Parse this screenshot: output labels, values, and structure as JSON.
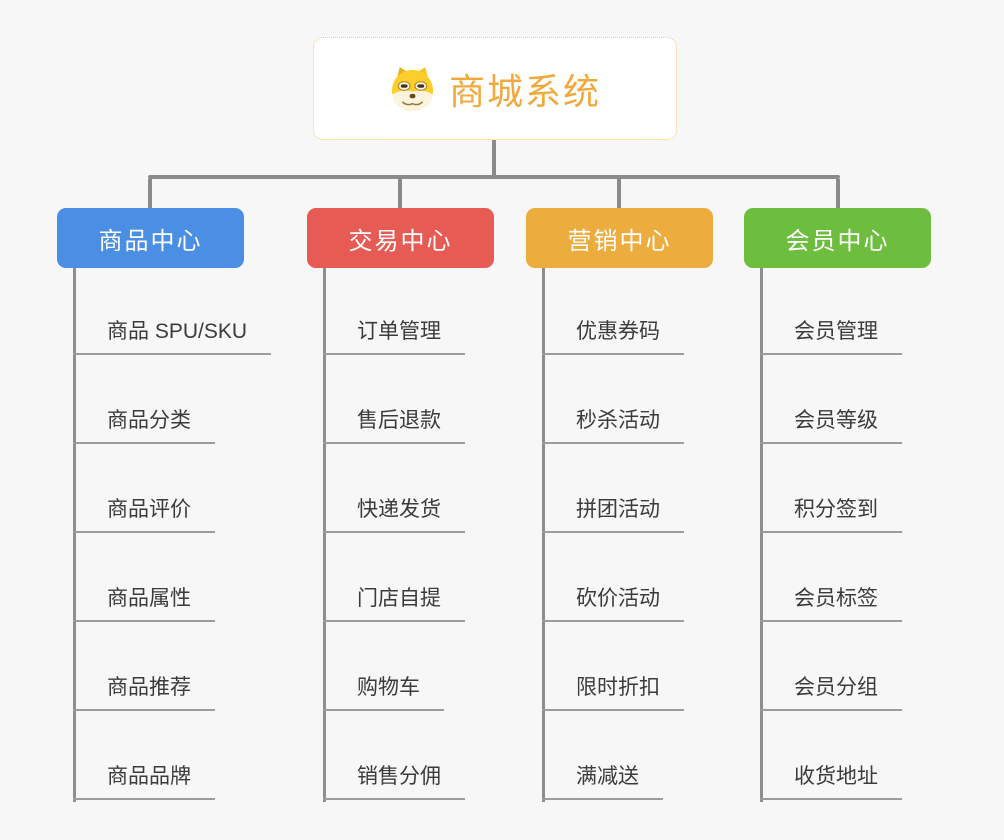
{
  "app": {
    "background_color": "#F7F7F7",
    "connector_color": "#8B8B8B"
  },
  "root": {
    "label": "商城系统",
    "icon": "doge-icon",
    "text_color": "#F0A93C",
    "border_color": "#F2C878"
  },
  "branches": [
    {
      "label": "商品中心",
      "color": "#4B8FE4",
      "children": [
        "商品 SPU/SKU",
        "商品分类",
        "商品评价",
        "商品属性",
        "商品推荐",
        "商品品牌"
      ]
    },
    {
      "label": "交易中心",
      "color": "#E65B54",
      "children": [
        "订单管理",
        "售后退款",
        "快递发货",
        "门店自提",
        "购物车",
        "销售分佣"
      ]
    },
    {
      "label": "营销中心",
      "color": "#EDAC3E",
      "children": [
        "优惠券码",
        "秒杀活动",
        "拼团活动",
        "砍价活动",
        "限时折扣",
        "满减送"
      ]
    },
    {
      "label": "会员中心",
      "color": "#6DBE3F",
      "children": [
        "会员管理",
        "会员等级",
        "积分签到",
        "会员标签",
        "会员分组",
        "收货地址"
      ]
    }
  ]
}
